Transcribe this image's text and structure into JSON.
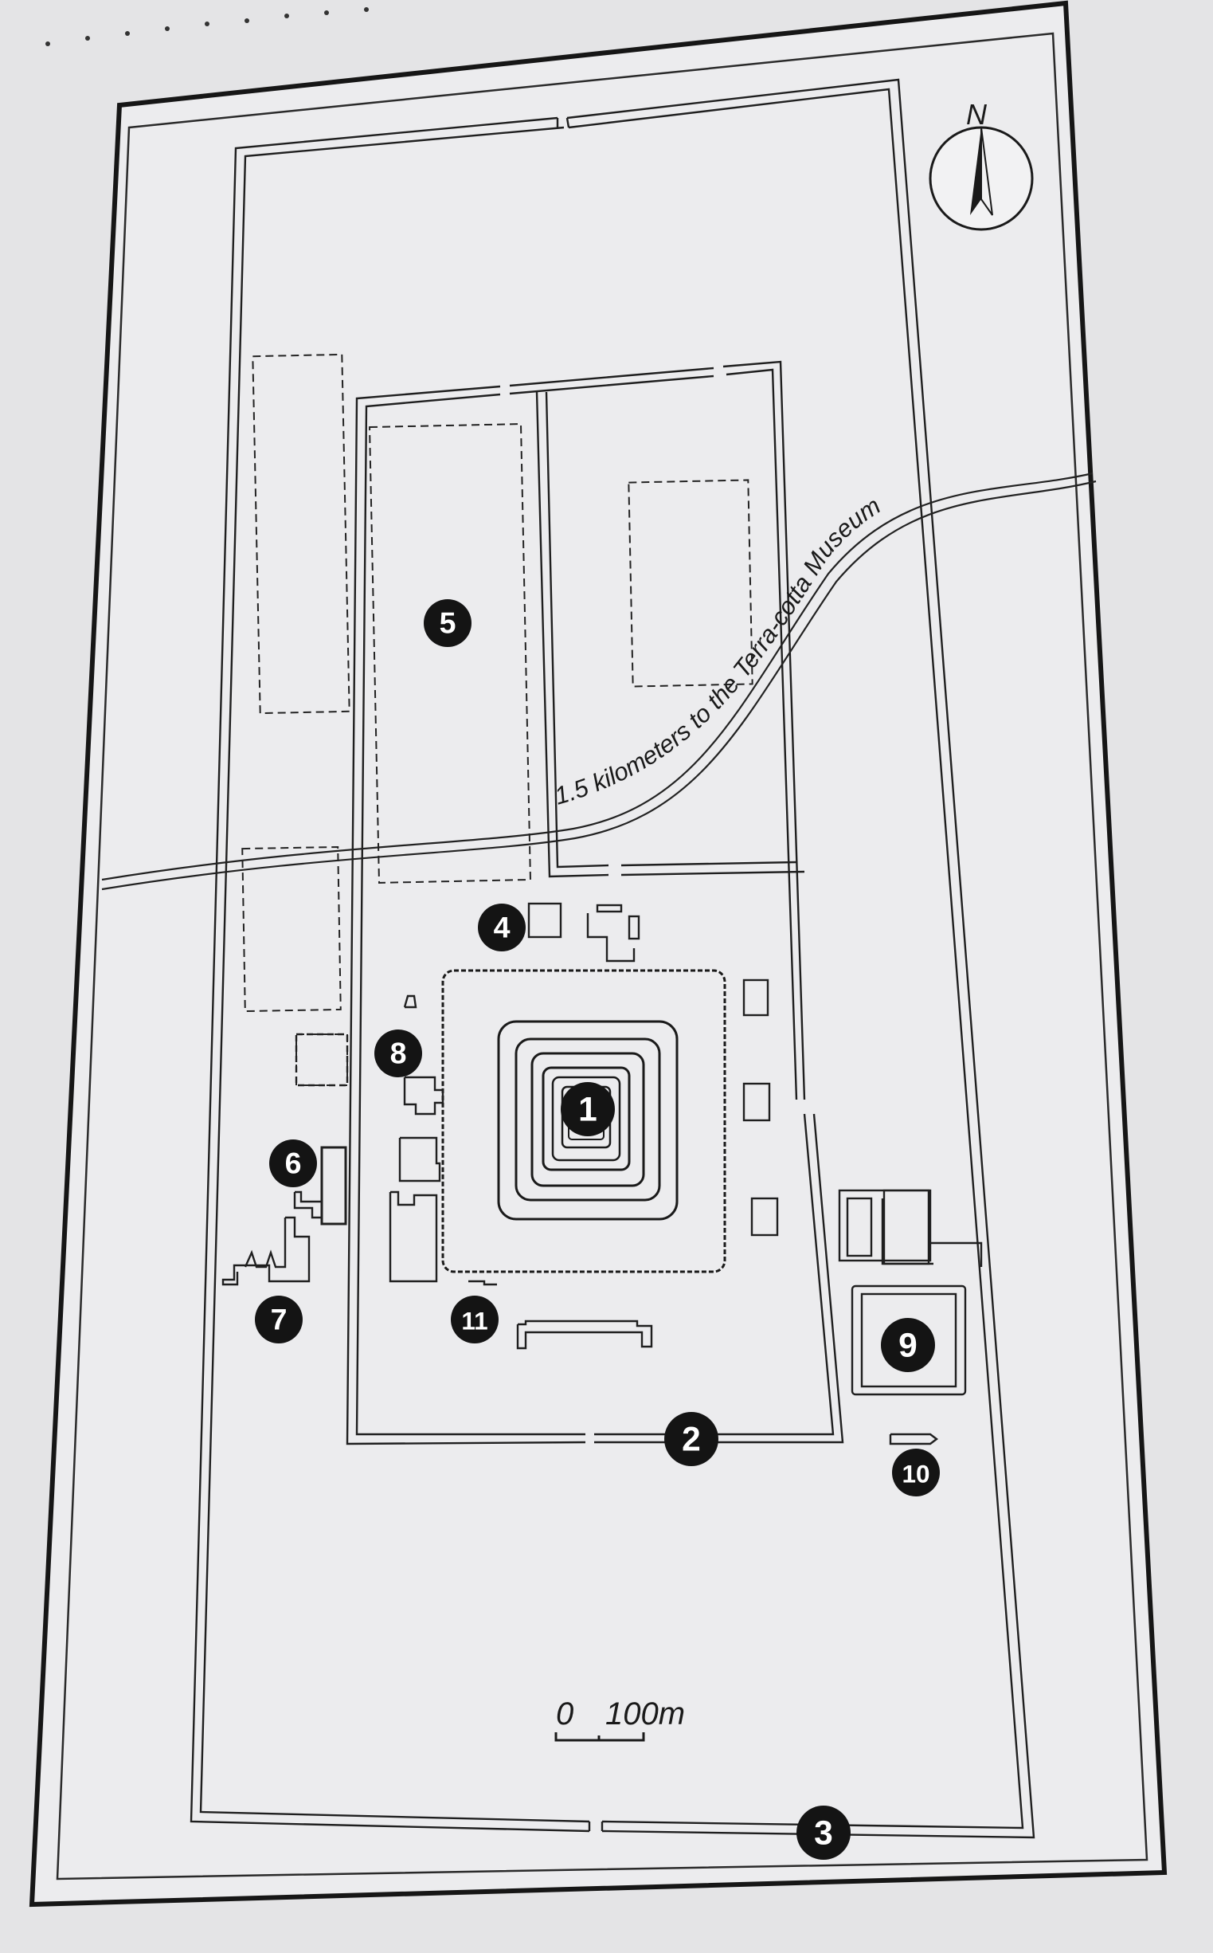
{
  "north_label": "N",
  "road_label": "1.5 kilometers to the Terra-cotta Museum",
  "scale": {
    "zero": "0",
    "length": "100m"
  },
  "markers": [
    {
      "id": "marker-1",
      "label": "1"
    },
    {
      "id": "marker-2",
      "label": "2"
    },
    {
      "id": "marker-3",
      "label": "3"
    },
    {
      "id": "marker-4",
      "label": "4"
    },
    {
      "id": "marker-5",
      "label": "5"
    },
    {
      "id": "marker-6",
      "label": "6"
    },
    {
      "id": "marker-7",
      "label": "7"
    },
    {
      "id": "marker-8",
      "label": "8"
    },
    {
      "id": "marker-9",
      "label": "9"
    },
    {
      "id": "marker-10",
      "label": "10"
    },
    {
      "id": "marker-11",
      "label": "11"
    }
  ],
  "colors": {
    "paper": "#e4e4e6",
    "ink": "#1c1c1c",
    "marker_fill": "#141414",
    "marker_text": "#ffffff"
  }
}
